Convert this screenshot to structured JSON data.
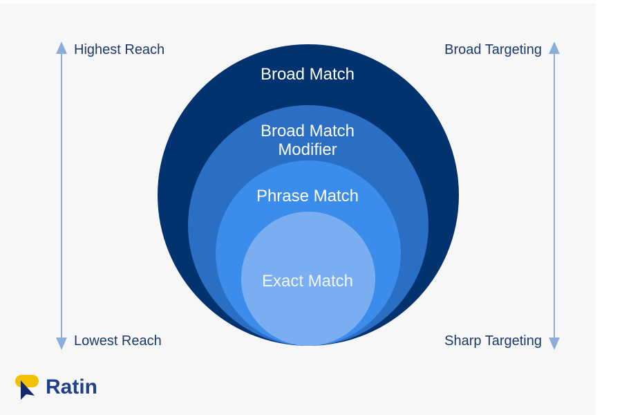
{
  "diagram": {
    "levels": [
      {
        "label": "Broad Match",
        "color": "#03336f"
      },
      {
        "label": "Broad Match\nModifier",
        "color": "#2a6fc4"
      },
      {
        "label": "Phrase Match",
        "color": "#3b8ceb"
      },
      {
        "label": "Exact Match",
        "color": "#7aaef0"
      }
    ],
    "left_axis": {
      "top_label": "Highest Reach",
      "bottom_label": "Lowest Reach"
    },
    "right_axis": {
      "top_label": "Broad Targeting",
      "bottom_label": "Sharp Targeting"
    },
    "arrow_color": "#8aaed8"
  },
  "brand": {
    "name": "Ratin",
    "colors": {
      "yellow": "#f2c200",
      "navy": "#13296a"
    }
  }
}
